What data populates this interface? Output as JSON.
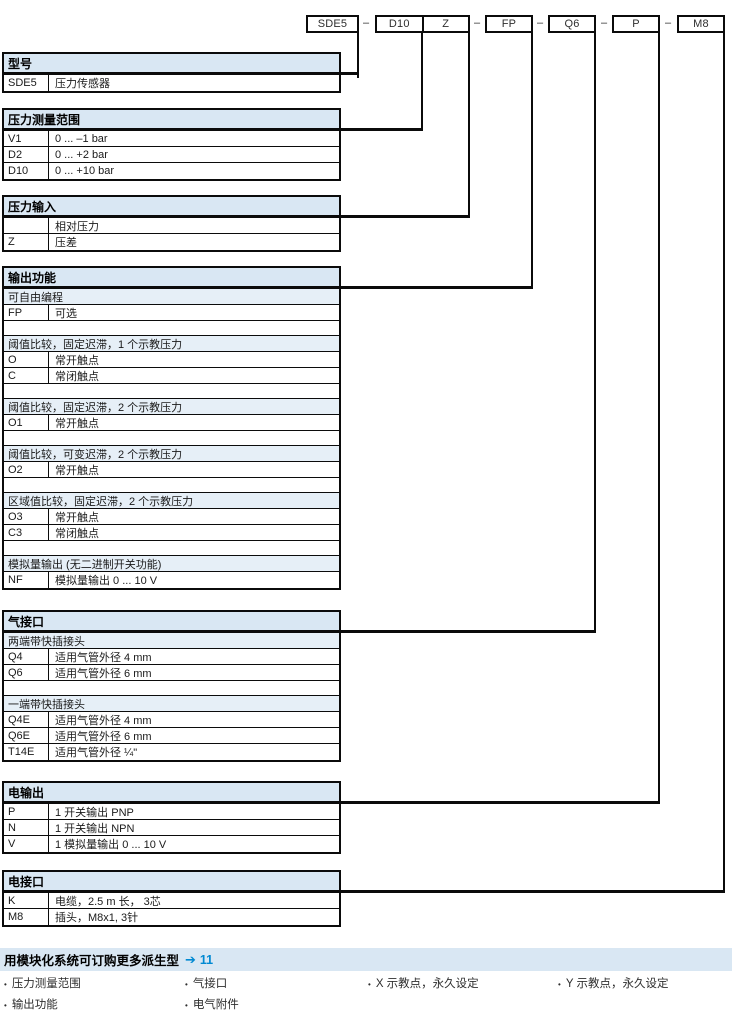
{
  "code": {
    "separator": "–",
    "boxes": [
      {
        "label": "SDE5"
      },
      {
        "label": "D10"
      },
      {
        "label": "Z"
      },
      {
        "label": "FP"
      },
      {
        "label": "Q6"
      },
      {
        "label": "P"
      },
      {
        "label": "M8"
      }
    ]
  },
  "sections": [
    {
      "title": "型号",
      "rows": [
        {
          "type": "item",
          "code": "SDE5",
          "desc": "压力传感器"
        }
      ]
    },
    {
      "title": "压力测量范围",
      "rows": [
        {
          "type": "item",
          "code": "V1",
          "desc": "0 ... –1 bar"
        },
        {
          "type": "item",
          "code": "D2",
          "desc": "0 ... +2 bar"
        },
        {
          "type": "item",
          "code": "D10",
          "desc": "0 ... +10 bar"
        }
      ]
    },
    {
      "title": "压力输入",
      "rows": [
        {
          "type": "item",
          "code": "",
          "desc": "相对压力"
        },
        {
          "type": "item",
          "code": "Z",
          "desc": "压差"
        }
      ]
    },
    {
      "title": "输出功能",
      "rows": [
        {
          "type": "sub",
          "text": "可自由编程"
        },
        {
          "type": "item",
          "code": "FP",
          "desc": "可选"
        },
        {
          "type": "spacer"
        },
        {
          "type": "sub",
          "text": "阈值比较，固定迟滞，1 个示教压力"
        },
        {
          "type": "item",
          "code": "O",
          "desc": "常开触点"
        },
        {
          "type": "item",
          "code": "C",
          "desc": "常闭触点"
        },
        {
          "type": "spacer"
        },
        {
          "type": "sub",
          "text": "阈值比较，固定迟滞，2 个示教压力"
        },
        {
          "type": "item",
          "code": "O1",
          "desc": "常开触点"
        },
        {
          "type": "spacer"
        },
        {
          "type": "sub",
          "text": "阈值比较，可变迟滞，2 个示教压力"
        },
        {
          "type": "item",
          "code": "O2",
          "desc": "常开触点"
        },
        {
          "type": "spacer"
        },
        {
          "type": "sub",
          "text": "区域值比较，固定迟滞，2 个示教压力"
        },
        {
          "type": "item",
          "code": "O3",
          "desc": "常开触点"
        },
        {
          "type": "item",
          "code": "C3",
          "desc": "常闭触点"
        },
        {
          "type": "spacer"
        },
        {
          "type": "sub",
          "text": "模拟量输出 (无二进制开关功能)"
        },
        {
          "type": "item",
          "code": "NF",
          "desc": "模拟量输出 0 ... 10 V"
        }
      ]
    },
    {
      "title": "气接口",
      "rows": [
        {
          "type": "sub",
          "text": "两端带快插接头"
        },
        {
          "type": "item",
          "code": "Q4",
          "desc": "适用气管外径 4 mm"
        },
        {
          "type": "item",
          "code": "Q6",
          "desc": "适用气管外径 6 mm"
        },
        {
          "type": "spacer"
        },
        {
          "type": "sub",
          "text": "一端带快插接头"
        },
        {
          "type": "item",
          "code": "Q4E",
          "desc": "适用气管外径 4 mm"
        },
        {
          "type": "item",
          "code": "Q6E",
          "desc": "适用气管外径 6 mm"
        },
        {
          "type": "item",
          "code": "T14E",
          "desc": "适用气管外径 ¼\""
        }
      ]
    },
    {
      "title": "电输出",
      "rows": [
        {
          "type": "item",
          "code": "P",
          "desc": "1 开关输出 PNP"
        },
        {
          "type": "item",
          "code": "N",
          "desc": "1 开关输出 NPN"
        },
        {
          "type": "item",
          "code": "V",
          "desc": "1 模拟量输出 0 ... 10 V"
        }
      ]
    },
    {
      "title": "电接口",
      "rows": [
        {
          "type": "item",
          "code": "K",
          "desc": "电缆，2.5 m 长， 3芯"
        },
        {
          "type": "item",
          "code": "M8",
          "desc": "插头，M8x1, 3针"
        }
      ]
    }
  ],
  "footer": {
    "title": "用模块化系统可订购更多派生型",
    "arrow": "➔",
    "page_ref": "11",
    "bullet": "•",
    "columns": [
      [
        "压力测量范围",
        "输出功能"
      ],
      [
        "气接口",
        "电气附件"
      ],
      [
        "X 示教点，永久设定"
      ],
      [
        "Y 示教点，永久设定"
      ]
    ]
  },
  "colors": {
    "header_bg": "#d9e7f3",
    "subheader_bg": "#e6eff7",
    "accent_blue": "#0089d2",
    "line": "#0b0b0b"
  }
}
